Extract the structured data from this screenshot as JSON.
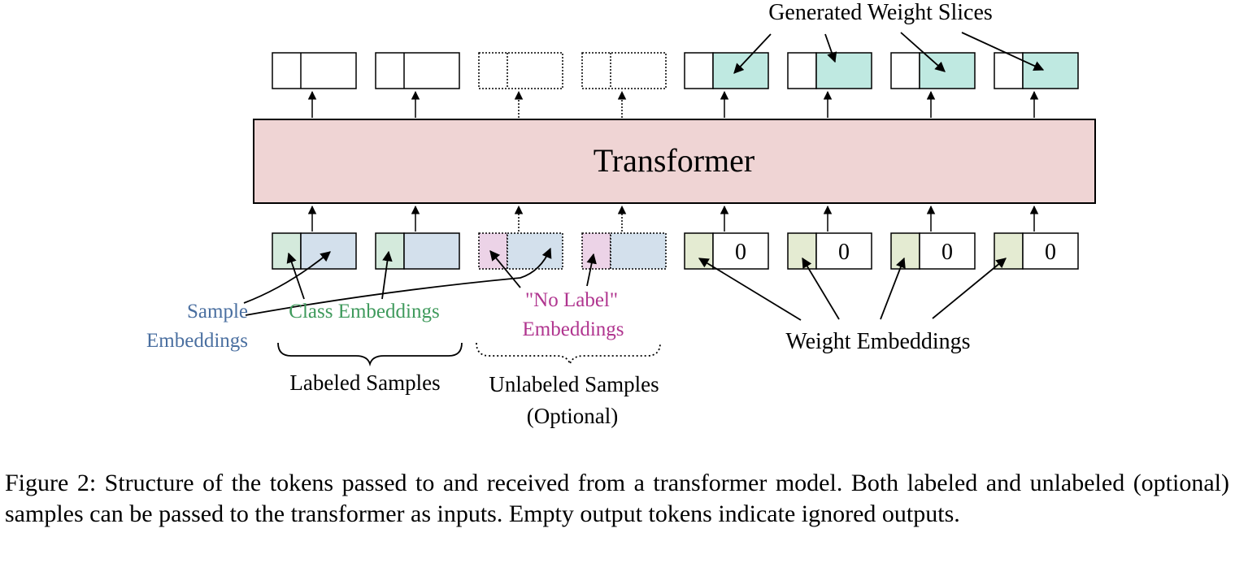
{
  "diagram": {
    "transformer_label": "Transformer",
    "generated_weight_slices_label": "Generated Weight Slices",
    "sample_embeddings_label_line1": "Sample",
    "sample_embeddings_label_line2": "Embeddings",
    "class_embeddings_label": "Class Embeddings",
    "no_label_embeddings_line1": "\"No Label\"",
    "no_label_embeddings_line2": "Embeddings",
    "weight_embeddings_label": "Weight Embeddings",
    "labeled_samples_label": "Labeled Samples",
    "unlabeled_samples_line1": "Unlabeled Samples",
    "unlabeled_samples_line2": "(Optional)",
    "weight_token_zero": "0",
    "colors": {
      "transformer_fill": "#efd4d4",
      "class_embedding": "#d4eadc",
      "sample_embedding": "#d3e0ec",
      "no_label_embedding": "#ecd3e7",
      "weight_embedding": "#e4ebd2",
      "generated_weight": "#bfe9e1",
      "sample_text": "#4a6fa0",
      "class_text": "#3f9a5c",
      "no_label_text": "#b0358f"
    }
  },
  "caption": "Figure 2:   Structure of the tokens passed to and received from a transformer model. Both labeled and unlabeled (optional) samples can be passed to the transformer as inputs. Empty output tokens indicate ignored outputs."
}
